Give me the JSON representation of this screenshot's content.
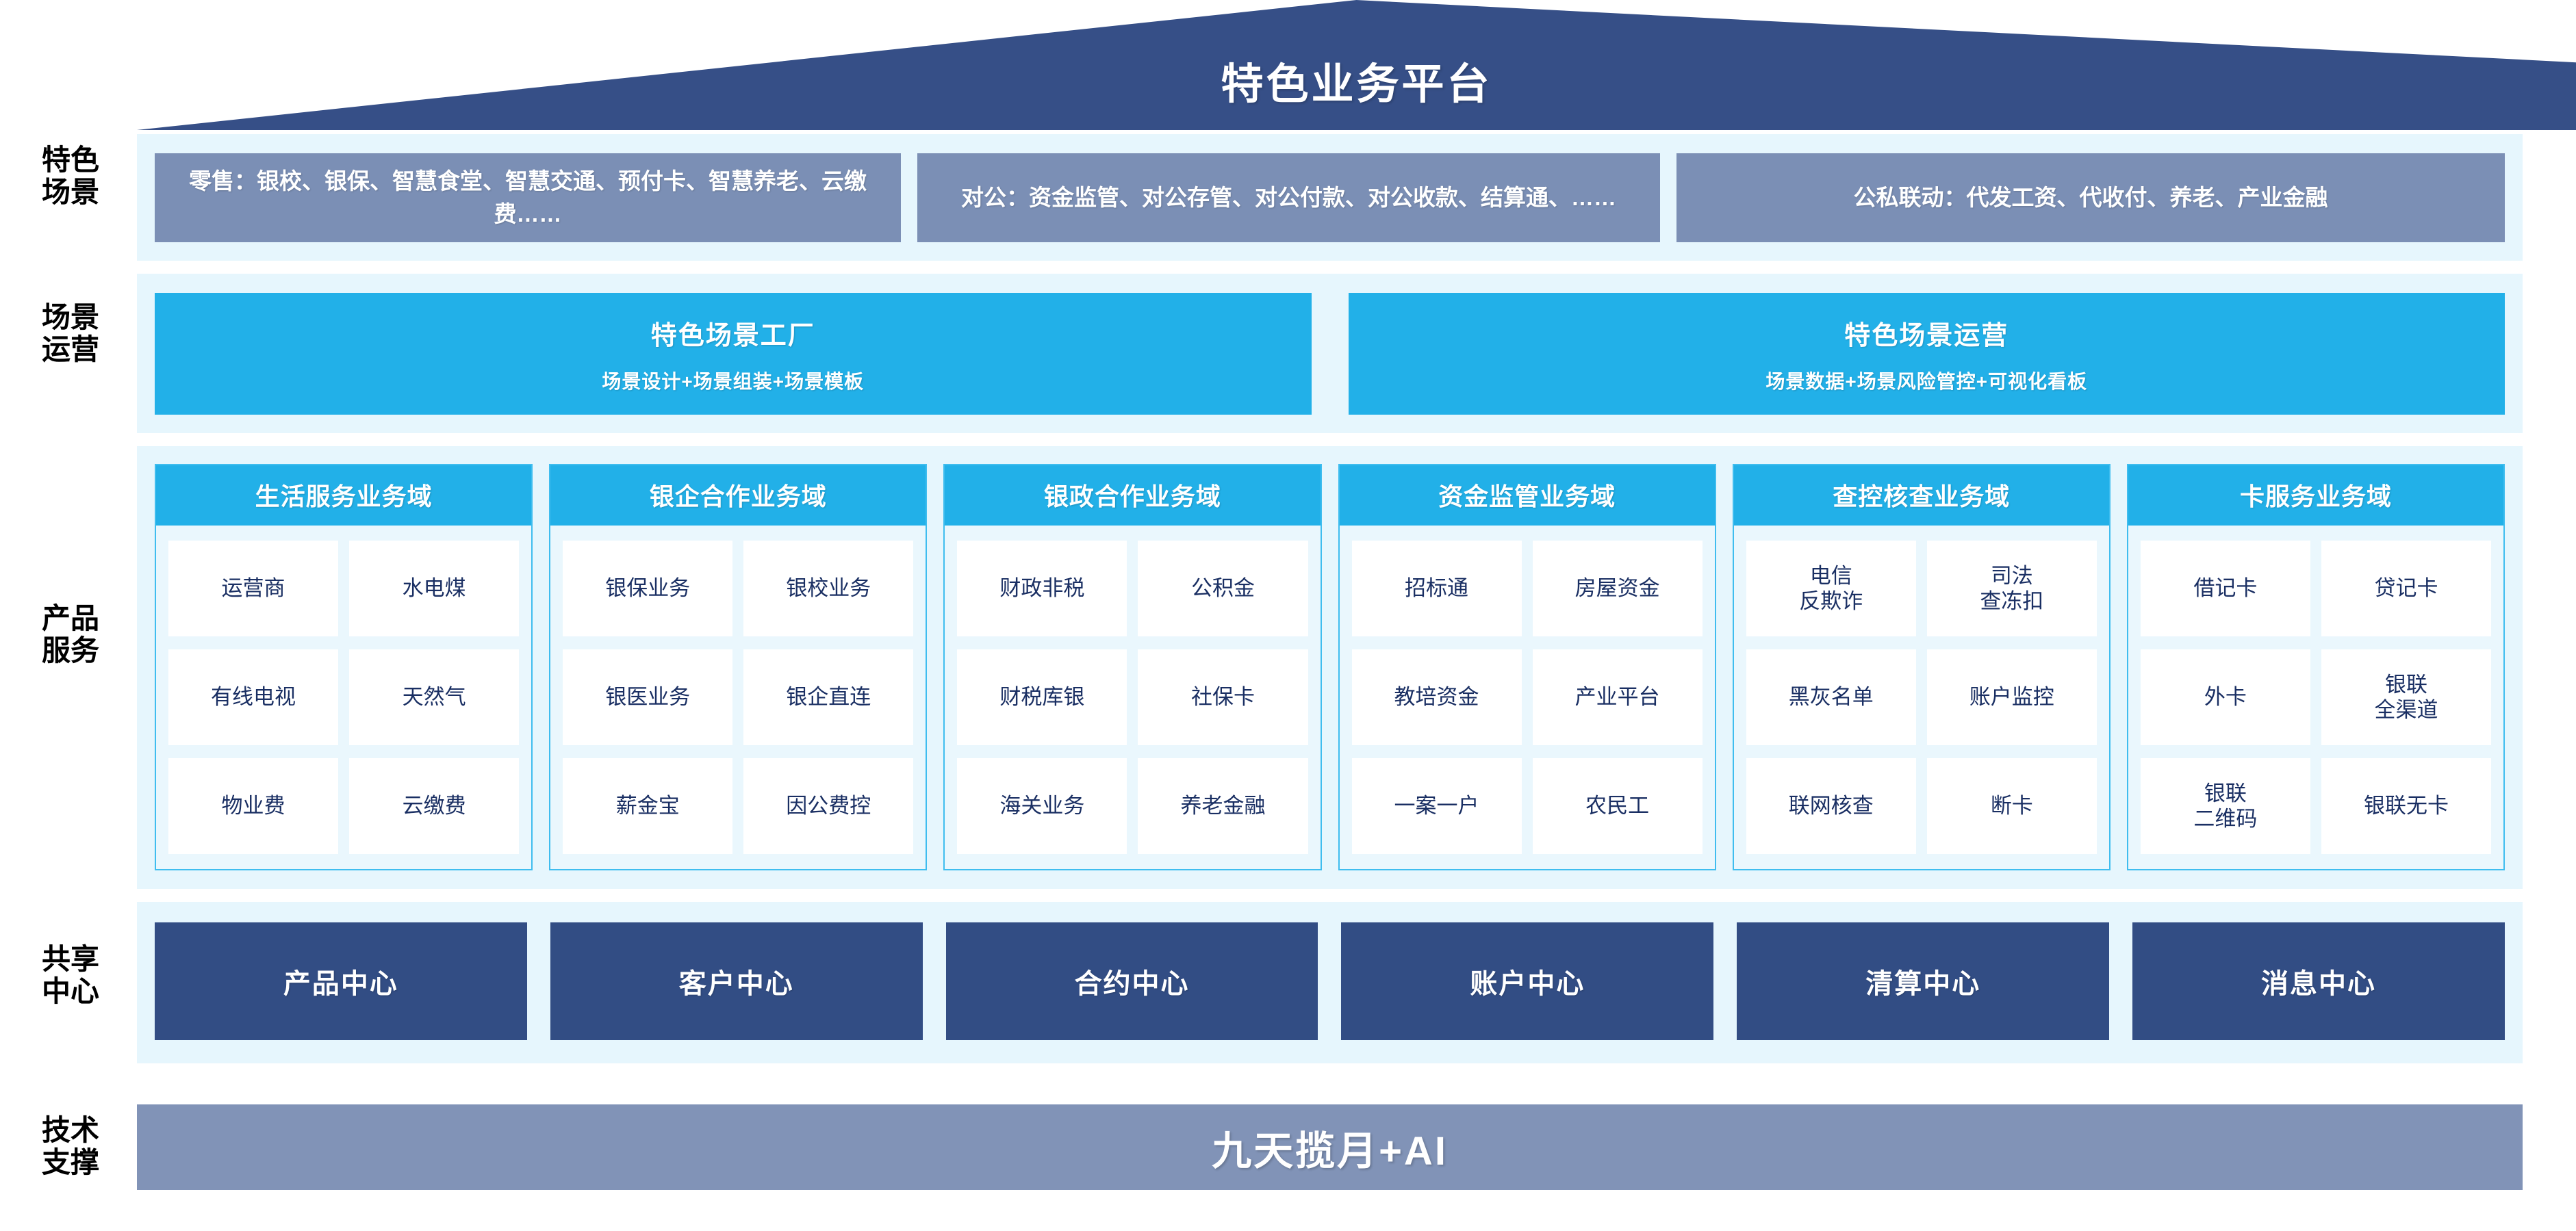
{
  "header": {
    "title": "特色业务平台"
  },
  "row_labels": {
    "scenes": "特色\n场景",
    "operations": "场景\n运营",
    "products": "产品\n服务",
    "shared": "共享\n中心",
    "tech": "技术\n支撑"
  },
  "scenes": [
    {
      "name": "retail-scene-box",
      "text": "零售：银校、银保、智慧食堂、智慧交通、预付卡、智慧养老、云缴费……"
    },
    {
      "name": "corporate-scene-box",
      "text": "对公：资金监管、对公存管、对公付款、对公收款、结算通、……"
    },
    {
      "name": "public-private-scene-box",
      "text": "公私联动：代发工资、代收付、养老、产业金融"
    }
  ],
  "operations": [
    {
      "name": "scene-factory",
      "title": "特色场景工厂",
      "subtitle": "场景设计+场景组装+场景模板"
    },
    {
      "name": "scene-operation",
      "title": "特色场景运营",
      "subtitle": "场景数据+场景风险管控+可视化看板"
    }
  ],
  "domains": [
    {
      "name": "life-service-domain",
      "title": "生活服务业务域",
      "items": [
        "运营商",
        "水电煤",
        "有线电视",
        "天然气",
        "物业费",
        "云缴费"
      ]
    },
    {
      "name": "bank-enterprise-domain",
      "title": "银企合作业务域",
      "items": [
        "银保业务",
        "银校业务",
        "银医业务",
        "银企直连",
        "薪金宝",
        "因公费控"
      ]
    },
    {
      "name": "bank-government-domain",
      "title": "银政合作业务域",
      "items": [
        "财政非税",
        "公积金",
        "财税库银",
        "社保卡",
        "海关业务",
        "养老金融"
      ]
    },
    {
      "name": "fund-supervision-domain",
      "title": "资金监管业务域",
      "items": [
        "招标通",
        "房屋资金",
        "教培资金",
        "产业平台",
        "一案一户",
        "农民工"
      ]
    },
    {
      "name": "investigation-control-domain",
      "title": "查控核查业务域",
      "items": [
        "电信\n反欺诈",
        "司法\n查冻扣",
        "黑灰名单",
        "账户监控",
        "联网核查",
        "断卡"
      ]
    },
    {
      "name": "card-service-domain",
      "title": "卡服务业务域",
      "items": [
        "借记卡",
        "贷记卡",
        "外卡",
        "银联\n全渠道",
        "银联\n二维码",
        "银联无卡"
      ]
    }
  ],
  "shared_centers": [
    {
      "name": "product-center",
      "label": "产品中心"
    },
    {
      "name": "customer-center",
      "label": "客户中心"
    },
    {
      "name": "contract-center",
      "label": "合约中心"
    },
    {
      "name": "account-center",
      "label": "账户中心"
    },
    {
      "name": "settlement-center",
      "label": "清算中心"
    },
    {
      "name": "message-center",
      "label": "消息中心"
    }
  ],
  "tech_support": {
    "label": "九天揽月+AI"
  },
  "colors": {
    "roof": "#364f87",
    "scene_box": "#7b8fb5",
    "band": "#e6f6fd",
    "cyan": "#22b0e8",
    "domain_border": "#3fbdef",
    "domain_body": "#eaf7fd",
    "center_box": "#324d84",
    "tech_bar": "#8193b7",
    "chip_text": "#1a2f63"
  }
}
